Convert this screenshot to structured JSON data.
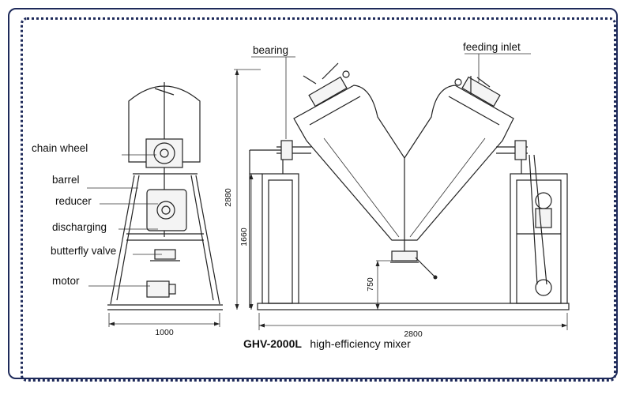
{
  "labels": {
    "chain_wheel": "chain wheel",
    "barrel": "barrel",
    "reducer": "reducer",
    "discharging": "discharging",
    "butterfly_valve": "butterfly valve",
    "motor": "motor",
    "bearing": "bearing",
    "feeding_inlet": "feeding inlet"
  },
  "dimensions": {
    "side_width": "1000",
    "front_width": "2800",
    "total_height": "2880",
    "frame_height": "1660",
    "outlet_height": "750"
  },
  "caption": {
    "model": "GHV-2000L",
    "description": "high-efficiency mixer"
  },
  "colors": {
    "border": "#1e2a5a",
    "line": "#222222"
  }
}
